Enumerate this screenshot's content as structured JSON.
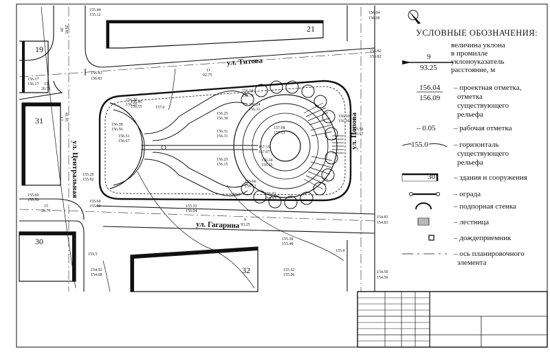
{
  "legend": {
    "title": "УСЛОВНЫЕ ОБОЗНАЧЕНИЯ:",
    "slope_value": "9",
    "slope_distance": "93.25",
    "slope_desc": [
      "величина уклона",
      "в промилле",
      "уклоноуказатель",
      "расстояние, м"
    ],
    "mark_design": "156.04",
    "mark_existing": "156.09",
    "mark_desc": [
      "– проектная отметка,",
      "отметка",
      "существующего",
      "рельефа"
    ],
    "working_mark": "– 0.05",
    "working_desc": "– рабочая отметка",
    "contour_value": "155.0",
    "contour_desc": [
      "– горизонталь",
      "существующего",
      "рельефа"
    ],
    "building_value": "30",
    "building_desc": "– здания и сооружения",
    "fence_desc": "– ограда",
    "wall_desc": "– подпорная стенка",
    "stairs_desc": "– лестница",
    "drain_desc": "– дождеприемник",
    "axis_desc": [
      "– ось планировочного",
      "элемента"
    ]
  },
  "streets": {
    "titova": "ул. Титова",
    "gagarina": "ул. Гагарина",
    "centralnaya": "ул. Центральная",
    "popova": "ул. Попова"
  },
  "blocks": {
    "b19": "19",
    "b21": "21",
    "b31": "31",
    "b30": "30",
    "b32": "32"
  },
  "marks": {
    "m1a": "155.44",
    "m1b": "155.12",
    "m2a": "156.04",
    "m2b": "156.09",
    "m3a": "155.82",
    "m3b": "155.82",
    "m4a": "156.83",
    "m4b": "156.83",
    "m5a": "156.17",
    "m5b": "156.17",
    "m6": "157.0",
    "m7a": "156.39",
    "m7b": "156.55",
    "m8a": "156.40",
    "m8b": "156.55",
    "m9a": "156.25",
    "m9b": "156.30",
    "m10a": "156.64",
    "m10b": "156.70",
    "m11a": "156.24",
    "m11b": "156.31",
    "m12a": "156.38",
    "m12b": "156.56",
    "m13a": "156.51",
    "m13b": "156.67",
    "m14a": "156.31",
    "m14b": "156.31",
    "m15a": "157.08",
    "m15b": "157.13",
    "m16a": "157.15",
    "m16b": "157.07",
    "m17a": "156.25",
    "m17b": "156.15",
    "m18a": "156.24",
    "m18b": "156.15",
    "m19a": "156.66",
    "m19b": "156.13",
    "m20": "156.0",
    "m21a": "156.03",
    "m21b": "155.93",
    "m22a": "155.20",
    "m22b": "155.82",
    "m23a": "155.60",
    "m23b": "155.50",
    "m24a": "155.60",
    "m24b": "155.50",
    "m25a": "155.32",
    "m25b": "156.04",
    "m26a": "156.10",
    "m26b": "156.36",
    "m27a": "155.50",
    "m27b": "155.97",
    "m28a": "154.83",
    "m28b": "154.83",
    "m29a": "155.38",
    "m29b": "155.48",
    "m30": "155.0",
    "m31a": "154.92",
    "m31b": "154.68",
    "m32a": "155.32",
    "m32b": "155.06",
    "m33a": "154.50",
    "m33b": "154.50",
    "m34": "155.5",
    "s1": "11",
    "s1d": "92.75",
    "s2": "9",
    "s2d": "93.25",
    "s3": "15",
    "s3d": "20.75",
    "s4": "15",
    "s4d": "20.75",
    "s5": "28",
    "s5d": "20.95",
    "s6": "12",
    "s6d": "41.95"
  }
}
